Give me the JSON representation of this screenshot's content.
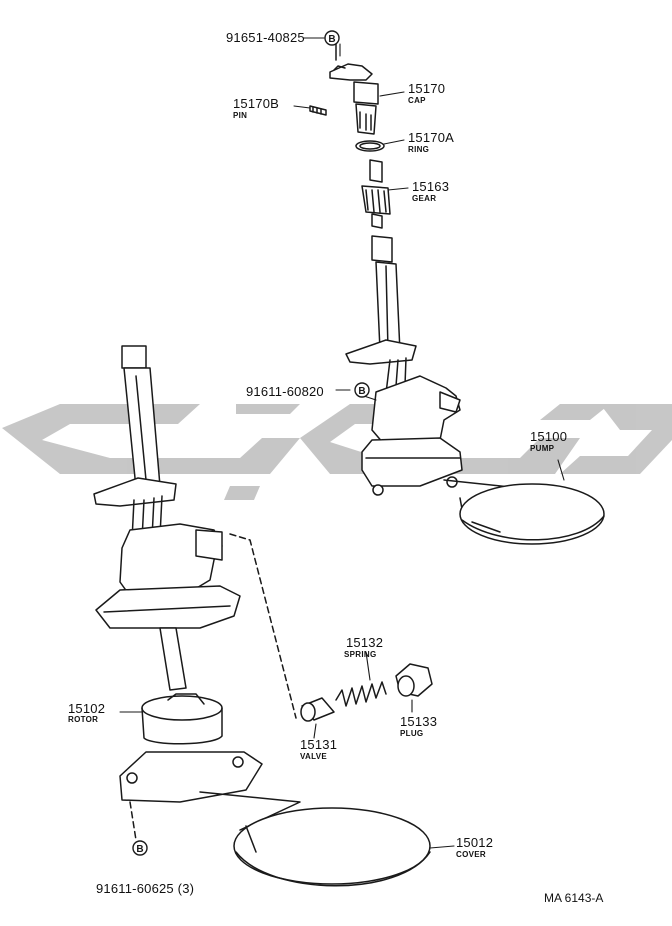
{
  "parts": {
    "bolt_top": {
      "number": "91651-40825",
      "marker": "B"
    },
    "cap": {
      "number": "15170",
      "name": "CAP"
    },
    "pin": {
      "number": "15170B",
      "name": "PIN"
    },
    "ring": {
      "number": "15170A",
      "name": "RING"
    },
    "gear": {
      "number": "15163",
      "name": "GEAR"
    },
    "bolt_mid": {
      "number": "91611-60820",
      "marker": "B"
    },
    "pump": {
      "number": "15100",
      "name": "PUMP"
    },
    "spring": {
      "number": "15132",
      "name": "SPRING"
    },
    "rotor": {
      "number": "15102",
      "name": "ROTOR"
    },
    "plug": {
      "number": "15133",
      "name": "PLUG"
    },
    "valve": {
      "number": "15131",
      "name": "VALVE"
    },
    "cover": {
      "number": "15012",
      "name": "COVER"
    },
    "bolt_bottom": {
      "number": "91611-60625 (3)",
      "marker": "B"
    }
  },
  "diagram_ref": "MA  6143-A",
  "colors": {
    "line": "#1a1a1a",
    "watermark": "#bdbdbd",
    "background": "#ffffff"
  }
}
